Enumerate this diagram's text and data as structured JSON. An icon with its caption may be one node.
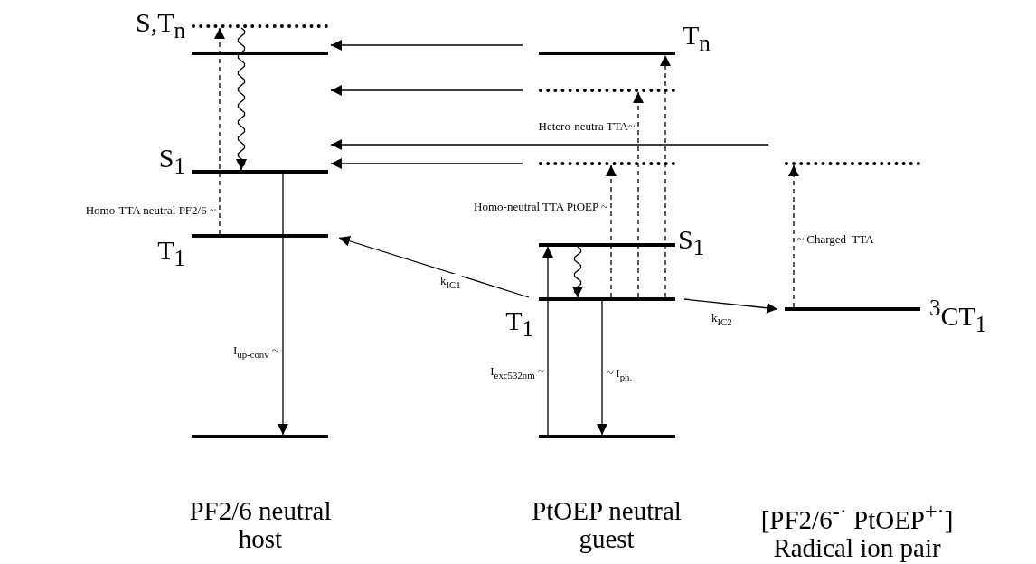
{
  "diagram": {
    "nodes": [
      {
        "text": [],
        "shape": "bar",
        "beside": [
          "S,T$_{n}$"
        ]
      },
      {
        "text": [],
        "shape": "bar"
      },
      {
        "text": [],
        "shape": "bar",
        "beside": [
          "S$_{1}$"
        ]
      },
      {
        "text": [],
        "shape": "bar",
        "beside": [
          "T$_{1}$"
        ]
      },
      {
        "text": [],
        "shape": "bar"
      },
      {
        "text": [],
        "shape": "bar",
        "beside": [
          "T$_{n}$"
        ]
      },
      {
        "text": [],
        "shape": "bar"
      },
      {
        "text": [],
        "shape": "bar"
      },
      {
        "text": [],
        "shape": "bar",
        "beside": [
          "S$_{1}$"
        ]
      },
      {
        "text": [],
        "shape": "bar",
        "beside": [
          "T$_{1}$"
        ]
      },
      {
        "text": [],
        "shape": "bar"
      },
      {
        "text": [],
        "shape": "bar"
      },
      {
        "text": [],
        "shape": "bar",
        "beside": [
          "$^{3}$CT$_{1}$"
        ]
      }
    ],
    "edges": [
      {
        "from": 5,
        "to": 1,
        "arrow": "to"
      },
      {
        "from": 6,
        "to": 1,
        "arrow": "to"
      },
      {
        "from": 11,
        "to": 2,
        "arrow": "to"
      },
      {
        "from": 7,
        "to": 2,
        "arrow": "to"
      },
      {
        "from": 9,
        "to": 3,
        "arrow": "to",
        "label": "k$_{IC1}$"
      },
      {
        "from": 9,
        "to": 12,
        "arrow": "to",
        "label": "k$_{IC2}$"
      },
      {
        "from": 3,
        "to": 0,
        "arrow": "to",
        "style": "dashed",
        "label": "Homo-TTA neutral PF2/6 ~"
      },
      {
        "from": 0,
        "to": 2,
        "arrow": "to"
      },
      {
        "from": 2,
        "to": 4,
        "arrow": "to",
        "label": "I$_{up-conv}$ ~"
      },
      {
        "from": 10,
        "to": 8,
        "arrow": "to",
        "label": "I$_{exc532nm}$ ~"
      },
      {
        "from": 8,
        "to": 9,
        "arrow": "to"
      },
      {
        "from": 9,
        "to": 10,
        "arrow": "to",
        "label": "~ I$_{ph.}$"
      },
      {
        "from": 9,
        "to": 7,
        "arrow": "to",
        "style": "dashed",
        "label": "Homo-neutral TTA PtOEP ~"
      },
      {
        "from": 9,
        "to": 6,
        "arrow": "to",
        "style": "dashed",
        "label": "Hetero-neutra TTA~"
      },
      {
        "from": 9,
        "to": 5,
        "arrow": "to",
        "style": "dashed"
      },
      {
        "from": 12,
        "to": 11,
        "arrow": "to",
        "style": "dashed",
        "label": "~ Charged  TTA"
      }
    ],
    "labels": [
      "PF2/6 neutral host",
      "PtOEP neutral guest",
      "[PF2/6$^{-·}$ PtOEP$^{+·}$] Radical ion pair"
    ]
  }
}
